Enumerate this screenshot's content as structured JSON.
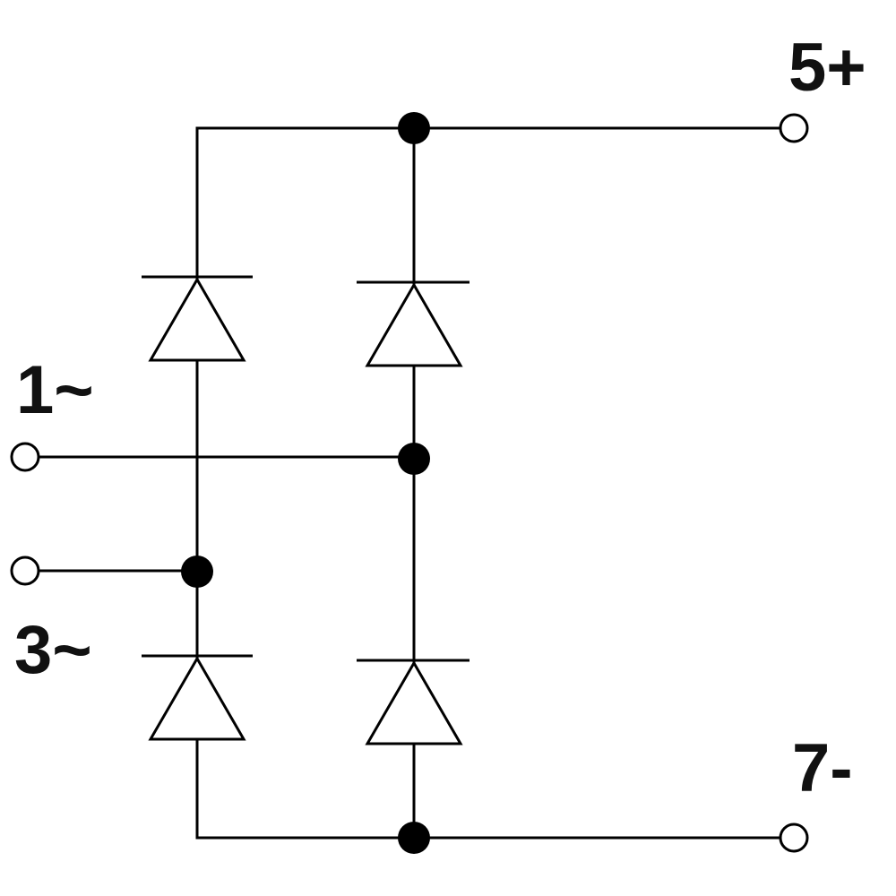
{
  "labels": {
    "pos": "5+",
    "neg": "7-",
    "ac1": "1~",
    "ac3": "3~"
  },
  "colors": {
    "line": "#000000",
    "background": "#ffffff"
  }
}
